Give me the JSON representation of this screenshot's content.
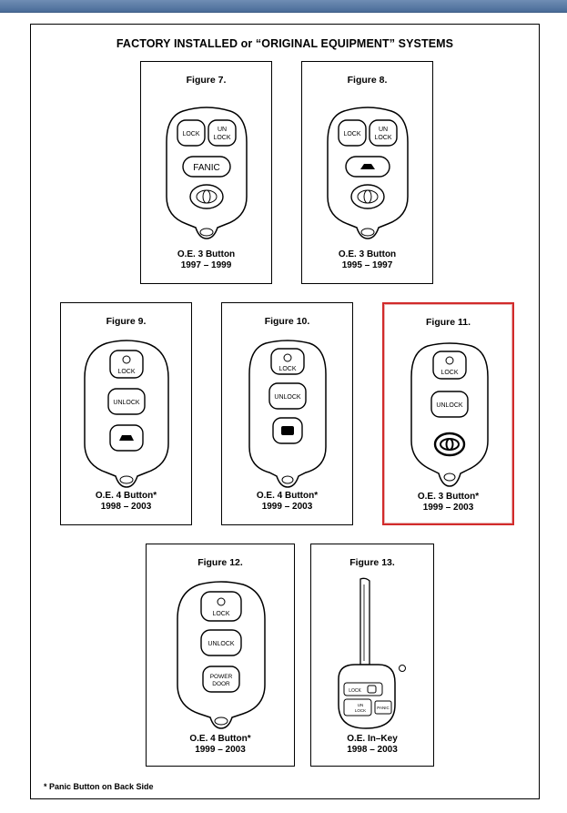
{
  "sheet": {
    "title": "FACTORY INSTALLED or “ORIGINAL EQUIPMENT” SYSTEMS",
    "footnote": "* Panic Button on Back Side"
  },
  "figures": [
    {
      "title": "Figure 7.",
      "caption1": "O.E. 3 Button",
      "caption2": "1997 – 1999",
      "buttons": [
        "LOCK",
        "UN LOCK",
        "FANIC"
      ]
    },
    {
      "title": "Figure 8.",
      "caption1": "O.E. 3 Button",
      "caption2": "1995 – 1997",
      "buttons": [
        "LOCK",
        "UN LOCK"
      ]
    },
    {
      "title": "Figure 9.",
      "caption1": "O.E. 4 Button*",
      "caption2": "1998 – 2003",
      "buttons": [
        "LOCK",
        "UNLOCK"
      ]
    },
    {
      "title": "Figure 10.",
      "caption1": "O.E. 4 Button*",
      "caption2": "1999 – 2003",
      "buttons": [
        "LOCK",
        "UNLOCK"
      ]
    },
    {
      "title": "Figure 11.",
      "caption1": "O.E. 3 Button*",
      "caption2": "1999 – 2003",
      "buttons": [
        "LOCK",
        "UNLOCK"
      ]
    },
    {
      "title": "Figure 12.",
      "caption1": "O.E. 4 Button*",
      "caption2": "1999 – 2003",
      "buttons": [
        "LOCK",
        "UNLOCK",
        "POWER DOOR"
      ]
    },
    {
      "title": "Figure 13.",
      "caption1": "O.E. In–Key",
      "caption2": "1998 – 2003",
      "buttons": [
        "LOCK",
        "UN LOCK",
        "PANIC"
      ]
    }
  ],
  "colors": {
    "highlight": "#d22b2b",
    "topbar": "#5a7aa6"
  }
}
